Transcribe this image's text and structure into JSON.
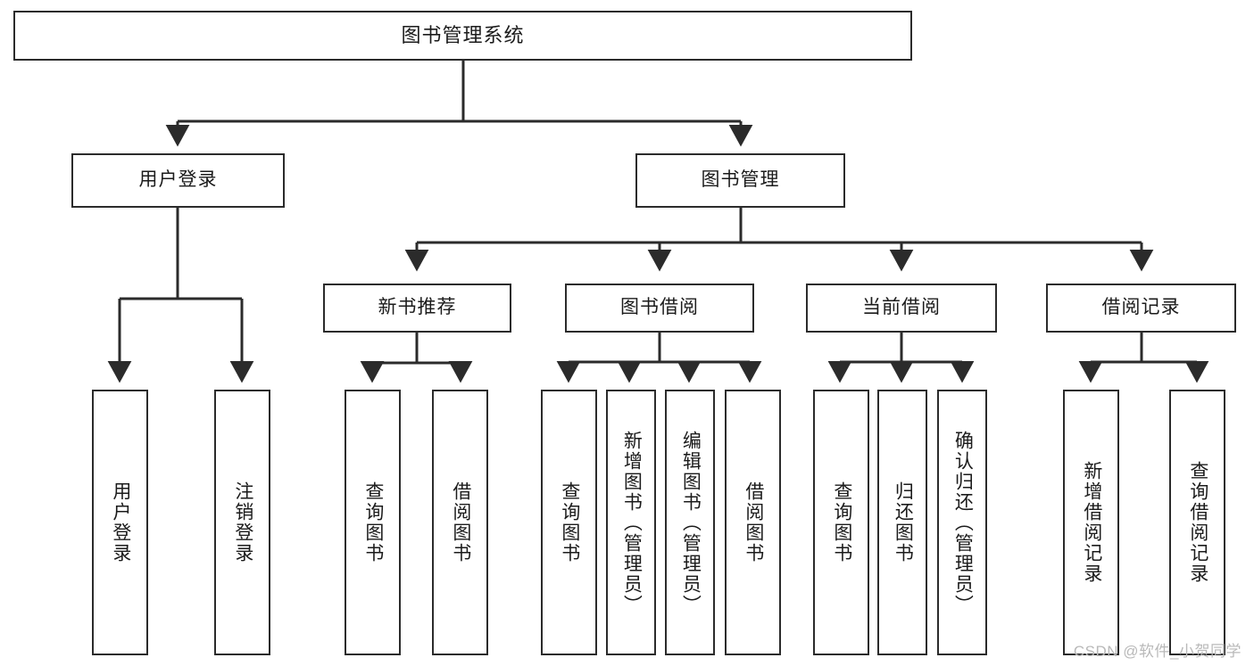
{
  "diagram": {
    "title": "图书管理系统",
    "watermark": "CSDN @软件_小贺同学",
    "colors": {
      "background": "#ffffff",
      "border": "#2b2b2b",
      "text": "#1b1b1b",
      "connector": "#2b2b2b",
      "watermark": "#b9b9b9"
    },
    "root": {
      "label": "图书管理系统"
    },
    "level2": [
      {
        "label": "用户登录"
      },
      {
        "label": "图书管理"
      }
    ],
    "level3": [
      {
        "label": "新书推荐"
      },
      {
        "label": "图书借阅"
      },
      {
        "label": "当前借阅"
      },
      {
        "label": "借阅记录"
      }
    ],
    "leaves": [
      {
        "label": "用户登录"
      },
      {
        "label": "注销登录"
      },
      {
        "label": "查询图书"
      },
      {
        "label": "借阅图书"
      },
      {
        "label": "查询图书"
      },
      {
        "label": "新增图书（管理员）"
      },
      {
        "label": "编辑图书（管理员）"
      },
      {
        "label": "借阅图书"
      },
      {
        "label": "查询图书"
      },
      {
        "label": "归还图书"
      },
      {
        "label": "确认归还（管理员）"
      },
      {
        "label": "新增借阅记录"
      },
      {
        "label": "查询借阅记录"
      }
    ]
  }
}
